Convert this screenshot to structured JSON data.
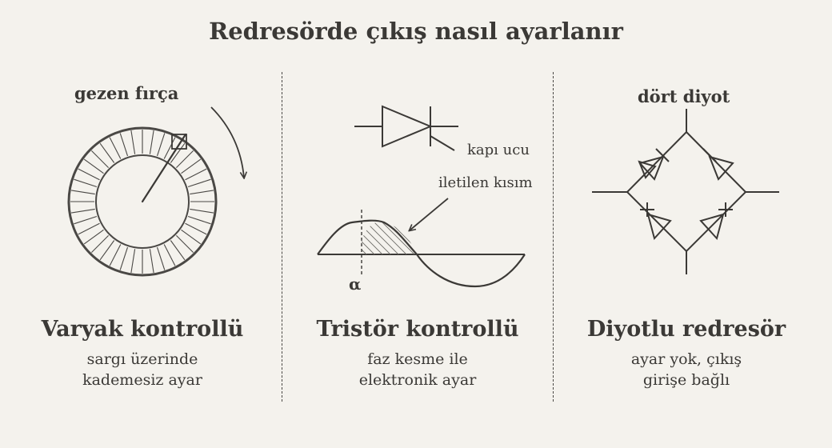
{
  "title": "Redresörde çıkış nasıl ayarlanır",
  "panels": [
    {
      "heading": "Varyak kontrollü",
      "desc_lines": [
        "sargı üzerinde",
        "kademesiz ayar"
      ],
      "callouts": {
        "brush": "gezen fırça"
      }
    },
    {
      "heading": "Tristör kontrollü",
      "desc_lines": [
        "faz kesme ile",
        "elektronik ayar"
      ],
      "callouts": {
        "gate": "kapı ucu",
        "conducted": "iletilen kısım",
        "angle": "α"
      }
    },
    {
      "heading": "Diyotlu redresör",
      "desc_lines": [
        "ayar yok, çıkış",
        "girişe bağlı"
      ],
      "callouts": {
        "diodes": "dört diyot"
      }
    }
  ],
  "colors": {
    "background": "#f4f2ed",
    "ink": "#3b3936"
  }
}
